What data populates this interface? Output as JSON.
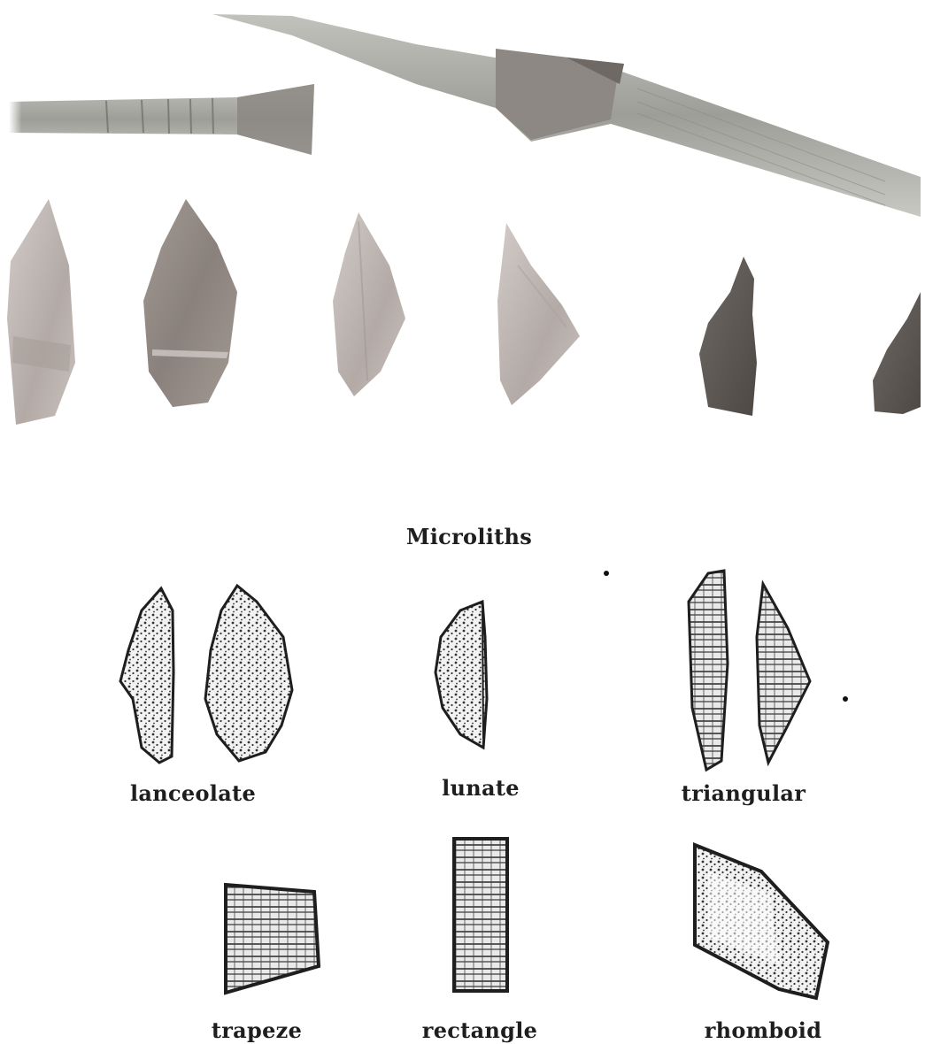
{
  "caption": "Microliths",
  "labels": {
    "lanceolate": "lanceolate",
    "lunate": "lunate",
    "triangular": "triangular",
    "trapeze": "trapeze",
    "rectangle": "rectangle",
    "rhomboid": "rhomboid"
  },
  "colors": {
    "background": "#ffffff",
    "shaft": "#a9a9a4",
    "stone_grey": "#9d9692",
    "stone_light": "#c4bcb8",
    "stone_dark": "#5a5550",
    "ink": "#2a2a2a"
  }
}
